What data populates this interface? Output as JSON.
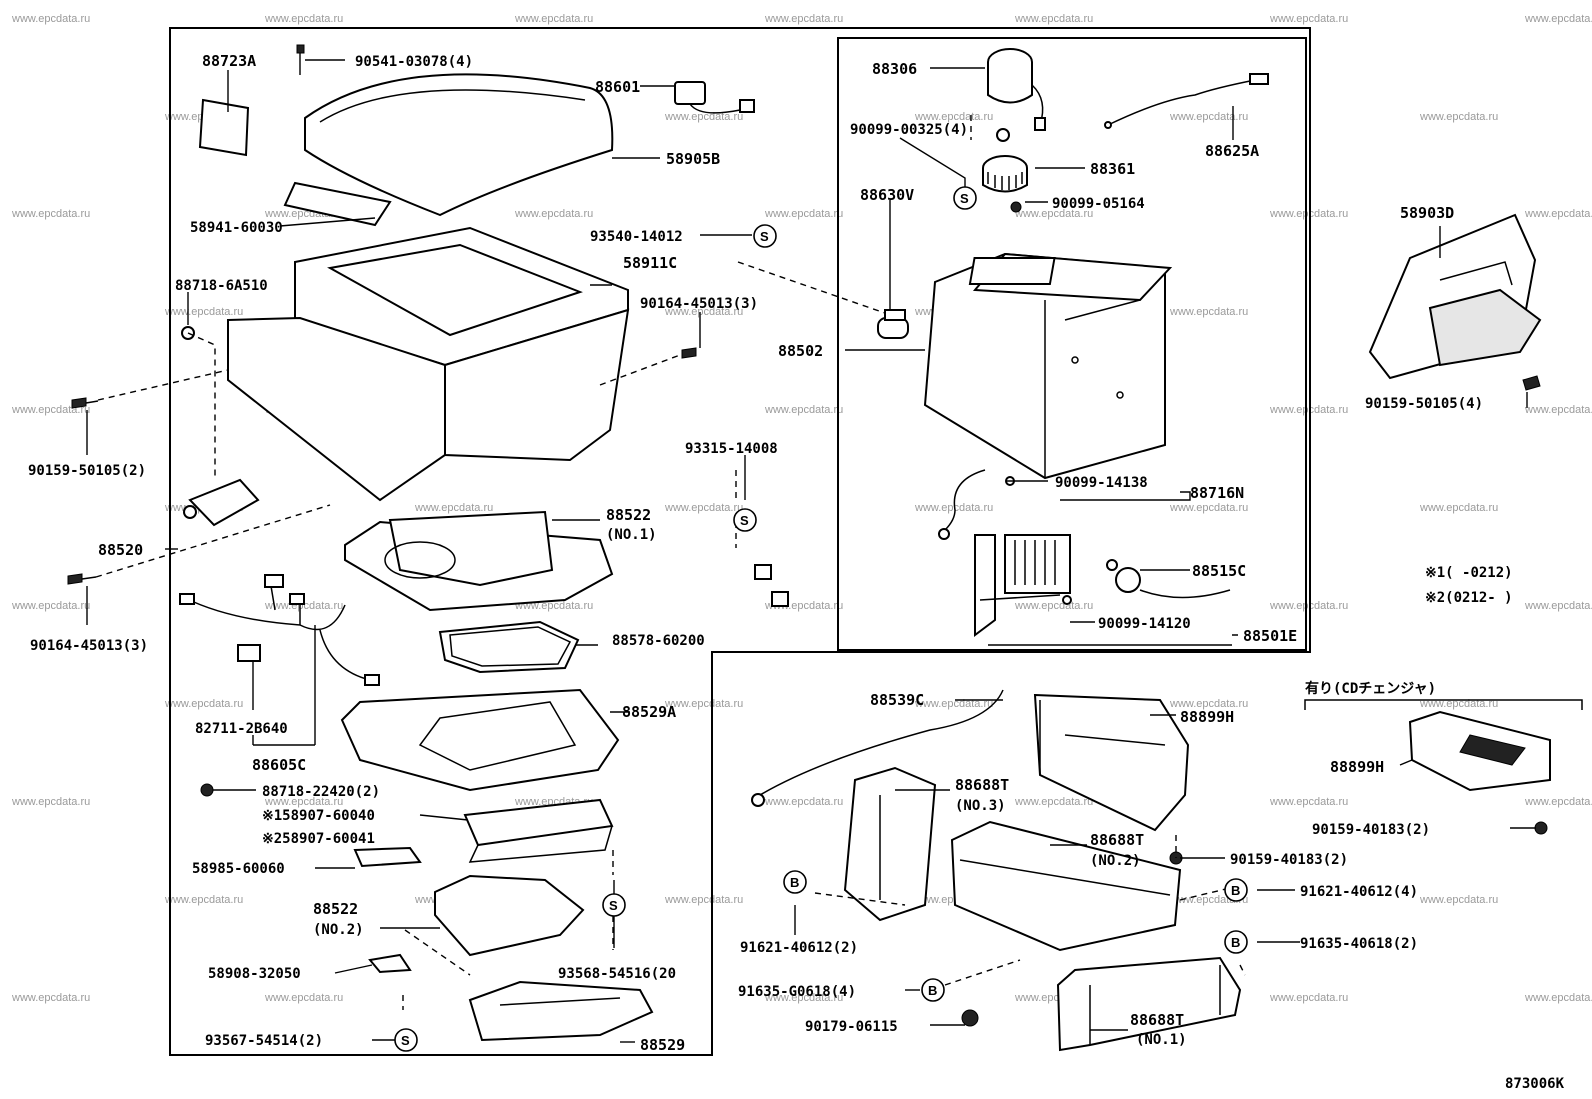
{
  "watermark": "www.epcdata.ru",
  "diagram_code": "873006K",
  "notes": {
    "note1": "※1(      -0212)",
    "note2": "※2(0212-       )",
    "option_header": "有り(CDチェンジャ)"
  },
  "labels": {
    "p88723A": "88723A",
    "p90541": "90541-03078(4)",
    "p88601": "88601",
    "p58905B": "58905B",
    "p58941": "58941-60030",
    "p58911C": "58911C",
    "p93540": "93540-14012",
    "p88718_6A510": "88718-6A510",
    "p90164_right": "90164-45013(3)",
    "p90159_left": "90159-50105(2)",
    "p88520": "88520",
    "p93315": "93315-14008",
    "p88522_1a": "88522",
    "p88522_1b": "(NO.1)",
    "p90164_left": "90164-45013(3)",
    "p88578": "88578-60200",
    "p82711": "82711-2B640",
    "p88605C": "88605C",
    "p88529A": "88529A",
    "p88718_22420": "88718-22420(2)",
    "p58907_1": "※158907-60040",
    "p58907_2": "※258907-60041",
    "p58985": "58985-60060",
    "p88522_2a": "88522",
    "p88522_2b": "(NO.2)",
    "p58908": "58908-32050",
    "p93568": "93568-54516(20",
    "p93567": "93567-54514(2)",
    "p88529": "88529",
    "p88306": "88306",
    "p90099_00325": "90099-00325(4)",
    "p88361": "88361",
    "p88625A": "88625A",
    "p88630V": "88630V",
    "p90099_05164": "90099-05164",
    "p88502": "88502",
    "p90099_14138": "90099-14138",
    "p88716N": "88716N",
    "p88515C": "88515C",
    "p90099_14120": "90099-14120",
    "p88501E": "88501E",
    "p58903D": "58903D",
    "p90159_right": "90159-50105(4)",
    "p88539C": "88539C",
    "p88899H_top": "88899H",
    "p88688T_3a": "88688T",
    "p88688T_3b": "(NO.3)",
    "p88688T_2a": "88688T",
    "p88688T_2b": "(NO.2)",
    "p90159_40183_mid": "90159-40183(2)",
    "p91621_right": "91621-40612(4)",
    "p91621_left": "91621-40612(2)",
    "p91635_40618": "91635-40618(2)",
    "p91635_g0618": "91635-G0618(4)",
    "p90179": "90179-06115",
    "p88688T_1a": "88688T",
    "p88688T_1b": "(NO.1)",
    "p88899H_opt": "88899H",
    "p90159_40183_opt": "90159-40183(2)"
  },
  "symbols": {
    "s": "S",
    "b": "B"
  }
}
